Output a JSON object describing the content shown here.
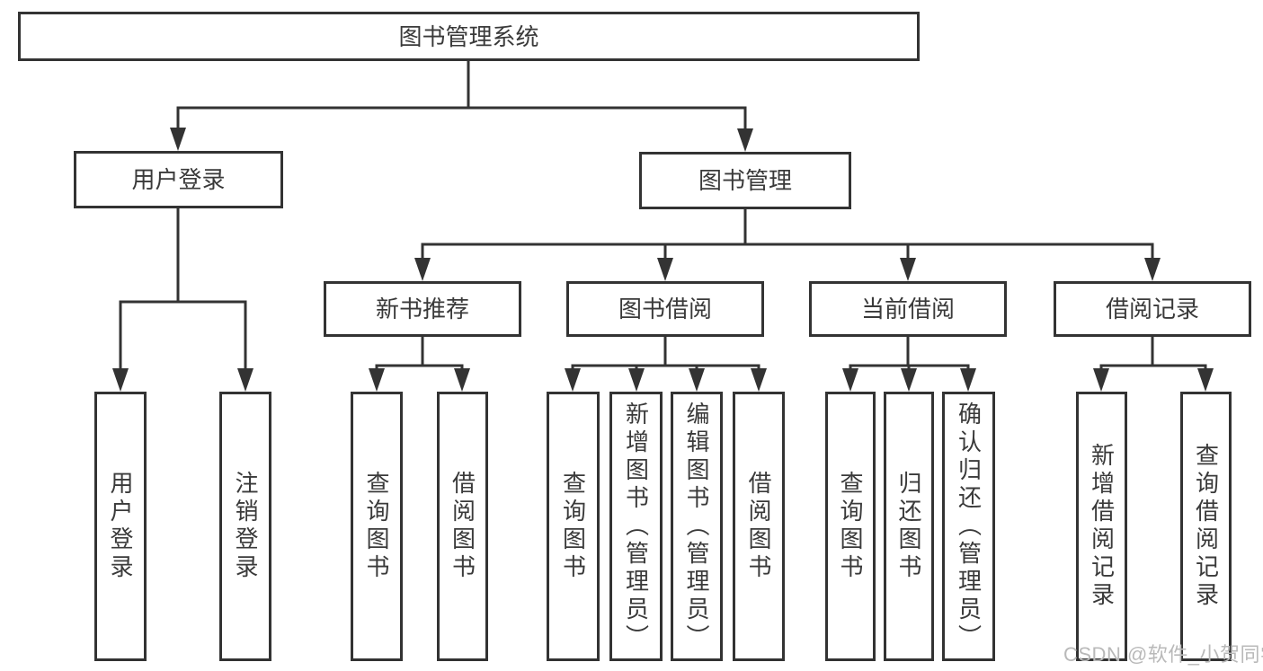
{
  "watermark": "CSDN @软件_小贺同学",
  "colors": {
    "line": "#333333",
    "text": "#3a3a3a",
    "box_bg": "#ffffff",
    "background": "#ffffff",
    "watermark": "#b9b9b9"
  },
  "nodes": {
    "root": "图书管理系统",
    "level2": {
      "user_login": "用户登录",
      "book_management": "图书管理"
    },
    "level3": {
      "new_book_recommend": "新书推荐",
      "book_borrowing": "图书借阅",
      "current_borrowing": "当前借阅",
      "borrowing_records": "借阅记录"
    },
    "leaves": {
      "user_login": "用户登录",
      "logout": "注销登录",
      "recommend_query_books": "查询图书",
      "recommend_borrow_books": "借阅图书",
      "borrowing_query_books": "查询图书",
      "borrowing_add_books": "新增图书（管理员）",
      "borrowing_edit_books": "编辑图书（管理员）",
      "borrowing_borrow_books": "借阅图书",
      "current_query_books": "查询图书",
      "current_return_books": "归还图书",
      "current_confirm_return": "确认归还（管理员）",
      "records_add_record": "新增借阅记录",
      "records_query_record": "查询借阅记录"
    }
  }
}
